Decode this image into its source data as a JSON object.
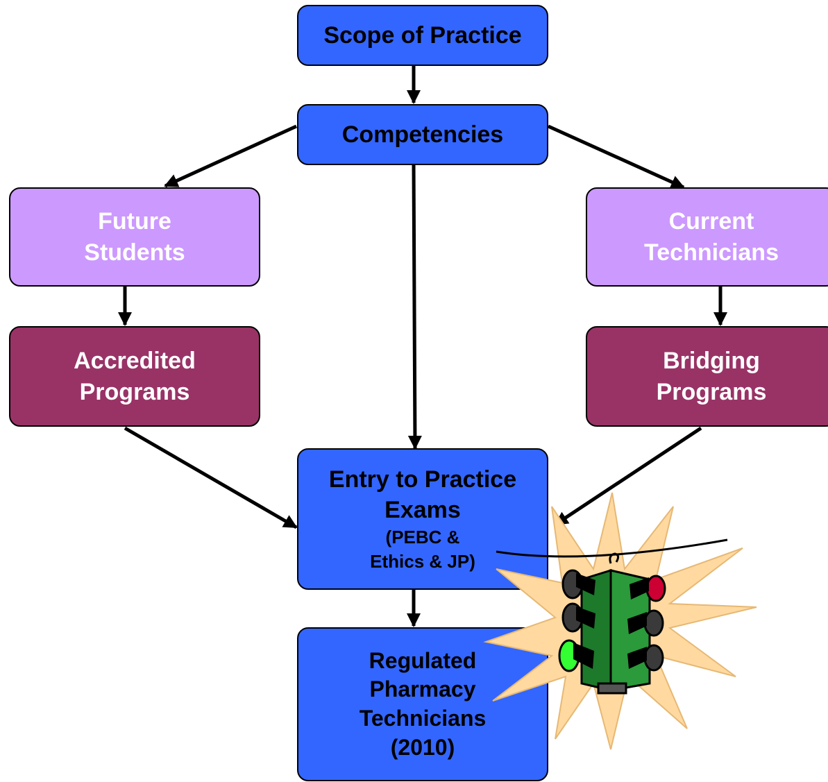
{
  "nodes": {
    "scope": "Scope of Practice",
    "competencies": "Competencies",
    "future_students": [
      "Future",
      "Students"
    ],
    "current_technicians": [
      "Current",
      "Technicians"
    ],
    "accredited_programs": [
      "Accredited",
      "Programs"
    ],
    "bridging_programs": [
      "Bridging",
      "Programs"
    ],
    "entry_exams": {
      "title": [
        "Entry to Practice",
        "Exams"
      ],
      "detail": [
        "(PEBC &",
        "Ethics & JP)"
      ]
    },
    "regulated": [
      "Regulated",
      "Pharmacy",
      "Technicians",
      "(2010)"
    ]
  },
  "colors": {
    "blue_box": "#3366ff",
    "lilac_box": "#cc99ff",
    "plum_box": "#993366",
    "starburst": "#ffd9a0",
    "traffic_light_body": "#1f8f2f",
    "green_lamp": "#33ff33",
    "red_lamp": "#cc0033"
  },
  "clipart": "traffic-light-icon"
}
